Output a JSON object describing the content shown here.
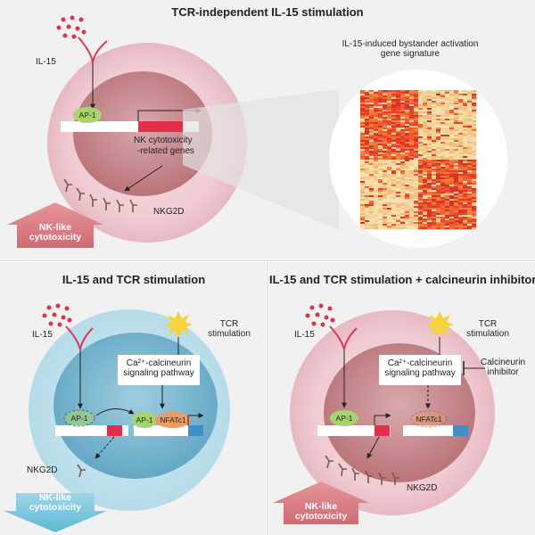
{
  "top": {
    "title": "TCR-independent IL-15 stimulation",
    "il15": "IL-15",
    "ap1": "AP-1",
    "genes_line1": "NK cytotoxicity",
    "genes_line2": "-related genes",
    "nkg2d": "NKG2D",
    "effect_line1": "NK-like",
    "effect_line2": "cytotoxicity",
    "signature_line1": "IL-15-induced bystander activation",
    "signature_line2": "gene signature"
  },
  "bottom_left": {
    "title": "IL-15 and TCR stimulation",
    "il15": "IL-15",
    "tcr_line1": "TCR",
    "tcr_line2": "stimulation",
    "pathway_line1": "Ca²⁺-calcineurin",
    "pathway_line2": "signaling pathway",
    "ap1_inactive": "AP-1",
    "ap1": "AP-1",
    "nfatc1": "NFATc1",
    "nkg2d": "NKG2D",
    "effect_line1": "NK-like",
    "effect_line2": "cytotoxicity"
  },
  "bottom_right": {
    "title": "IL-15 and TCR stimulation + calcineurin inhibitor",
    "il15": "IL-15",
    "tcr_line1": "TCR",
    "tcr_line2": "stimulation",
    "pathway_line1": "Ca²⁺-calcineurin",
    "pathway_line2": "signaling pathway",
    "inhibitor_line1": "Calcineurin",
    "inhibitor_line2": "inhibitor",
    "ap1": "AP-1",
    "nfatc1_inactive": "NFATc1",
    "nkg2d": "NKG2D",
    "effect_line1": "NK-like",
    "effect_line2": "cytotoxicity"
  },
  "colors": {
    "panel_bg": "#f1f1f1",
    "cell_pink": "#f0d2d8",
    "nucleus_pink": "#c98e93",
    "cell_blue": "#c8e4ef",
    "nucleus_blue": "#7ab7cf",
    "gene_red": "#e2304a",
    "gene_blue": "#3f8fc9",
    "ap1_green": "#a8d46f",
    "nfat_orange": "#ef9a5e",
    "arrow_pink": "#d9787f",
    "arrow_blue": "#74c4dd"
  }
}
